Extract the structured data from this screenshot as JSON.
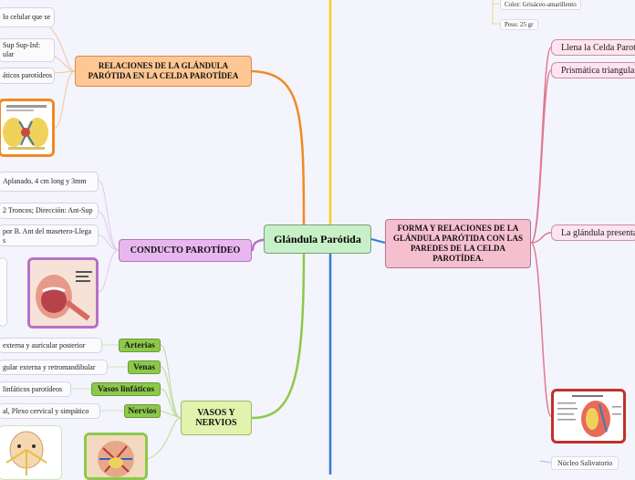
{
  "central": "Glándula Parótida",
  "branches": {
    "relaciones": "RELACIONES DE LA GLÁNDULA PARÓTIDA EN LA CELDA PAROTÍDEA",
    "conducto": "CONDUCTO PAROTÍDEO",
    "vasos": "VASOS Y NERVIOS",
    "forma": "FORMA Y RELACIONES DE LA GLÁNDULA PARÓTIDA CON LAS PAREDES DE LA CELDA PAROTÍDEA."
  },
  "relaciones_leaves": [
    "lo celular que se",
    "Sup    Sup-Inf:",
    "ular",
    "áticos parotídeos"
  ],
  "conducto_leaves": [
    "Aplanado, 4 cm long y 3mm",
    "2 Troncos; Dirección: Ant-Sup",
    "por B. Ant del masetero-Llega",
    "s"
  ],
  "vasos_tags": [
    "Arterias",
    "Venas",
    "Vasos linfáticos",
    "Nervios"
  ],
  "vasos_leaves": [
    "externa y auricular posterior",
    "gular externa y retromandibular",
    "linfáticos parotídeos",
    "al, Plexo cervical y simpático"
  ],
  "forma_leaves": [
    "Llena la Celda Parotídea",
    "Prismática triangular",
    "La glándula presenta"
  ],
  "top_small": [
    "Color: Grisáceo-amarillento",
    "Peso: 25 gr"
  ],
  "bottom_small": "Núcleo Salivatorio",
  "colors": {
    "orange": "#f08a24",
    "purple": "#b870c8",
    "green": "#8cc94a",
    "blue": "#2a7fd4",
    "yellow": "#f5d21e",
    "red": "#c0302a"
  }
}
